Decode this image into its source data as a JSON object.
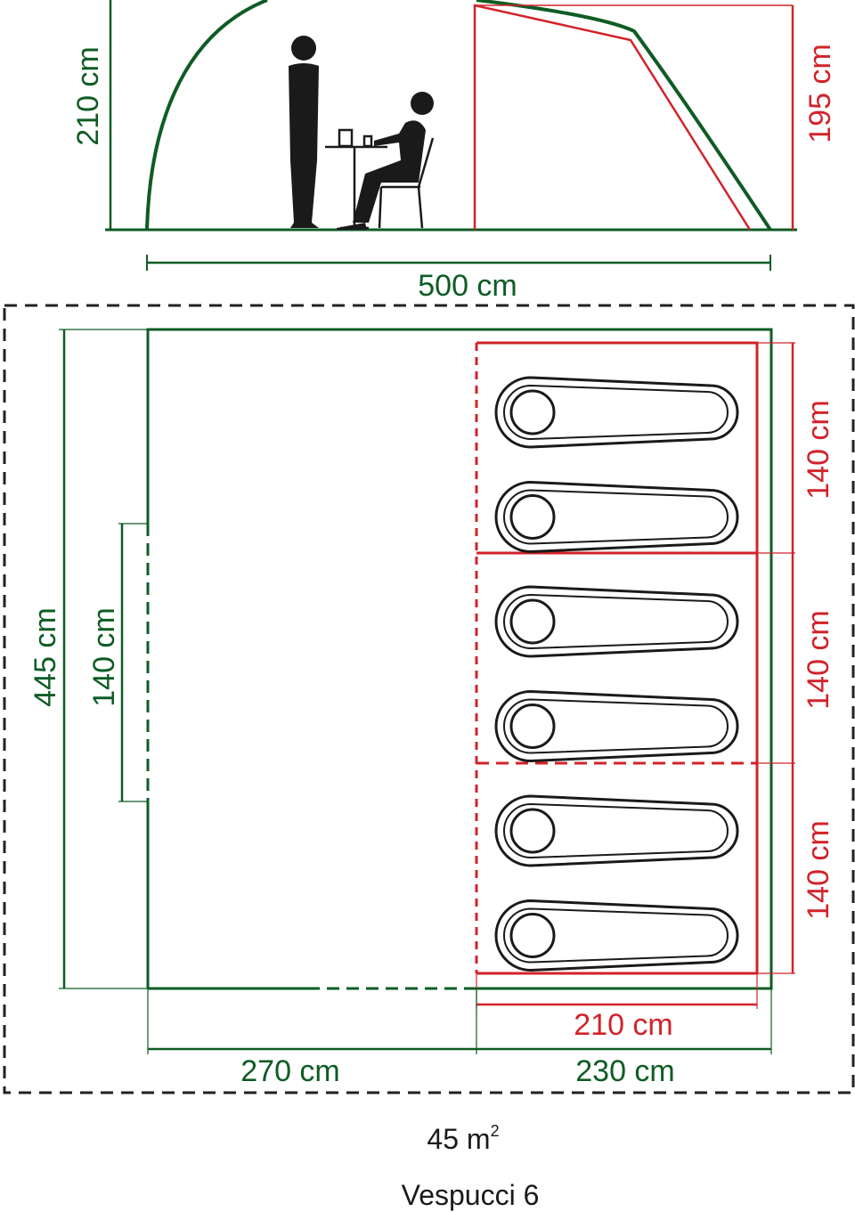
{
  "colors": {
    "green": "#0e5c24",
    "red": "#d2232a",
    "black": "#1a1a1a",
    "dashed_border": "#222222"
  },
  "side_view": {
    "height_total": "210 cm",
    "height_bedroom": "195 cm",
    "length": "500 cm",
    "figures": [
      "standing-person-icon",
      "seated-person-icon",
      "table-icon",
      "chair-icon"
    ]
  },
  "floor_plan": {
    "depth": "445 cm",
    "door_width": "140 cm",
    "bedroom_depths": [
      "140 cm",
      "140 cm",
      "140 cm"
    ],
    "bedroom_length": "210 cm",
    "living_length": "270 cm",
    "sleeping_area_length": "230 cm",
    "sleeping_bags": 6
  },
  "footer": {
    "area_value": "45 m",
    "area_unit_sup": "2",
    "model_name": "Vespucci 6"
  }
}
